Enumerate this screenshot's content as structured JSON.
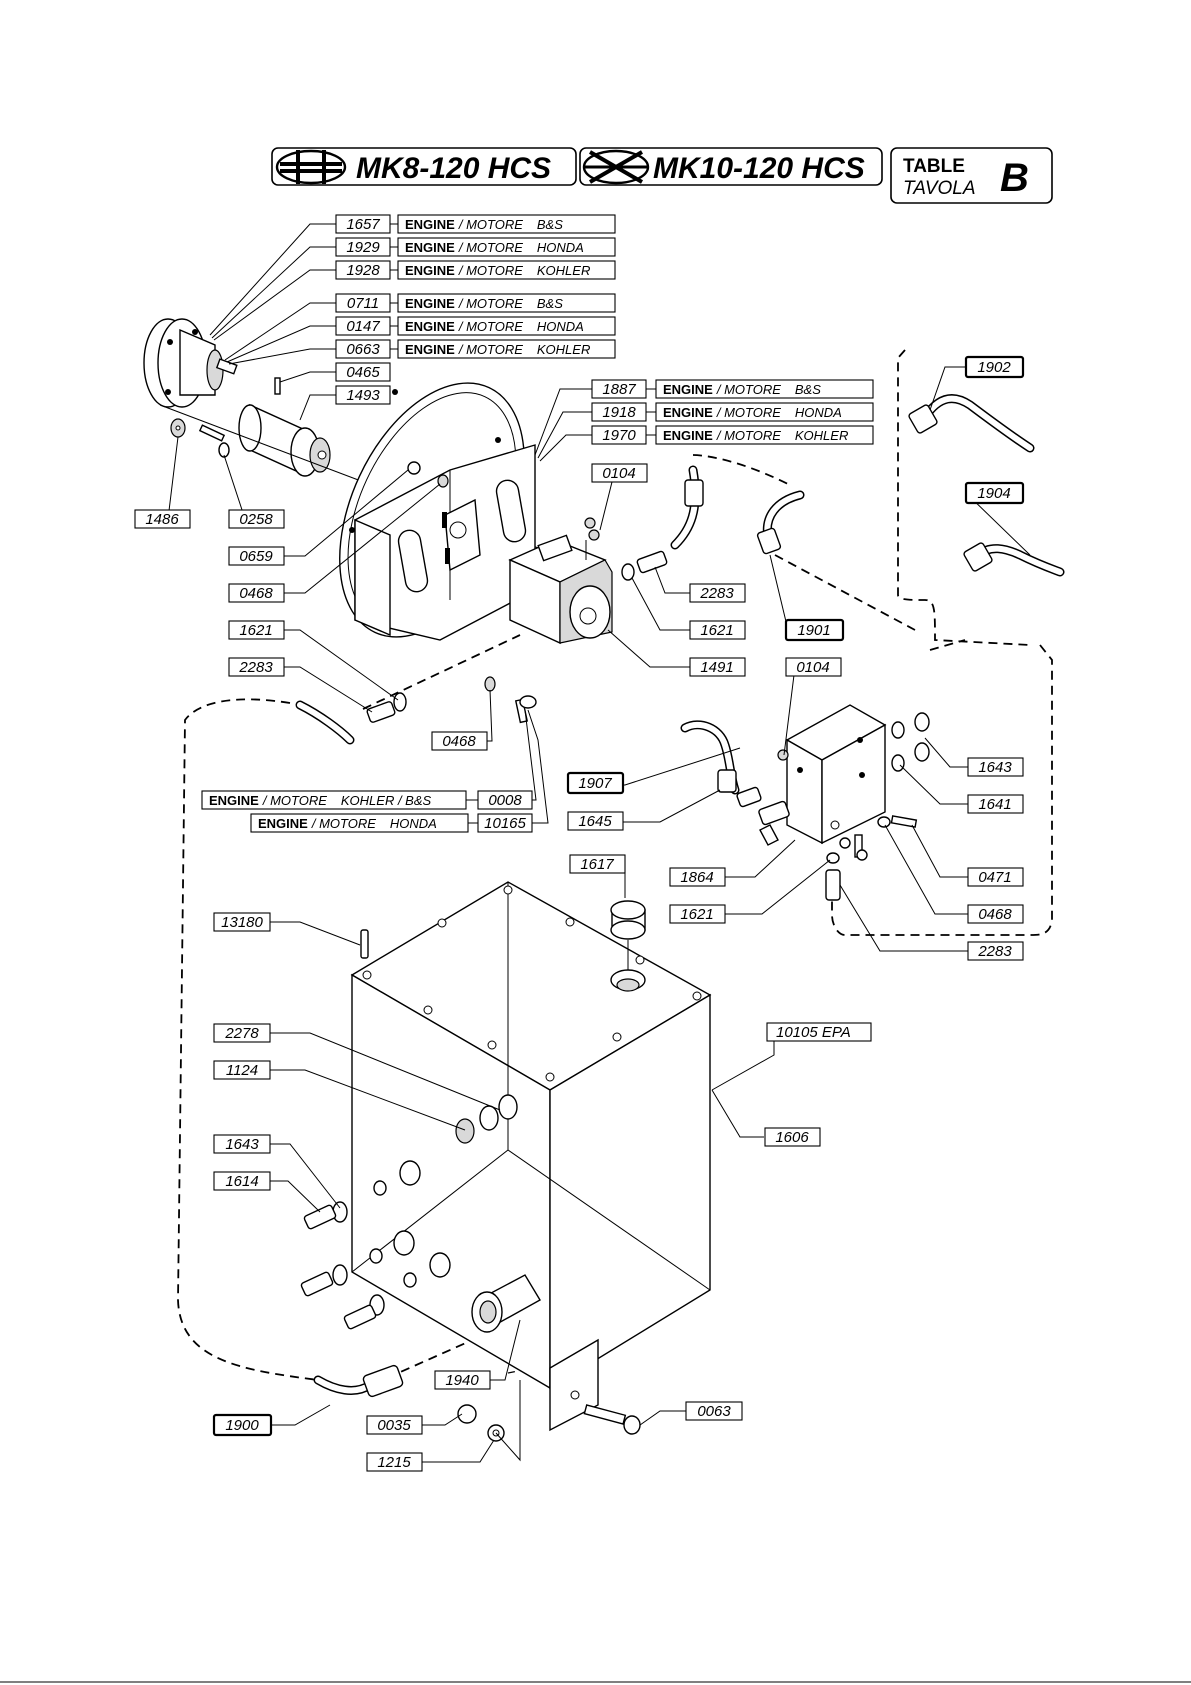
{
  "header": {
    "model_1": "MK8-120 HCS",
    "model_2": "MK10-120 HCS",
    "table_en": "TABLE",
    "table_it": "TAVOLA",
    "table_letter": "B"
  },
  "engine_word": "ENGINE",
  "motore_word": "/ MOTORE",
  "callouts": {
    "c1657": "1657",
    "c1929": "1929",
    "c1928": "1928",
    "c0711": "0711",
    "c0147": "0147",
    "c0663": "0663",
    "c0465": "0465",
    "c1493": "1493",
    "c1887": "1887",
    "c1918": "1918",
    "c1970": "1970",
    "c1902": "1902",
    "c1904": "1904",
    "c1901": "1901",
    "c1486": "1486",
    "c0258": "0258",
    "c0104a": "0104",
    "c0659": "0659",
    "c0468a": "0468",
    "c2283a": "2283",
    "c1621a": "1621",
    "c1621b": "1621",
    "c2283b": "2283",
    "c1491": "1491",
    "c0104b": "0104",
    "c0468b": "0468",
    "c1643a": "1643",
    "c1907": "1907",
    "c1641": "1641",
    "c0008": "0008",
    "c10165": "10165",
    "c1645": "1645",
    "c1617": "1617",
    "c1864": "1864",
    "c0471": "0471",
    "c1621c": "1621",
    "c0468c": "0468",
    "c2283c": "2283",
    "c13180": "13180",
    "c2278": "2278",
    "c10105": "10105   EPA",
    "c1124": "1124",
    "c1606": "1606",
    "c1643b": "1643",
    "c1614": "1614",
    "c1940": "1940",
    "c1900": "1900",
    "c0035": "0035",
    "c0063": "0063",
    "c1215": "1215"
  },
  "engine_variants": {
    "e1657": "B&S",
    "e1929": "HONDA",
    "e1928": "KOHLER",
    "e0711": "B&S",
    "e0147": "HONDA",
    "e0663": "KOHLER",
    "e1887": "B&S",
    "e1918": "HONDA",
    "e1970": "KOHLER",
    "e0008": "KOHLER / B&S",
    "e10165": "HONDA"
  }
}
